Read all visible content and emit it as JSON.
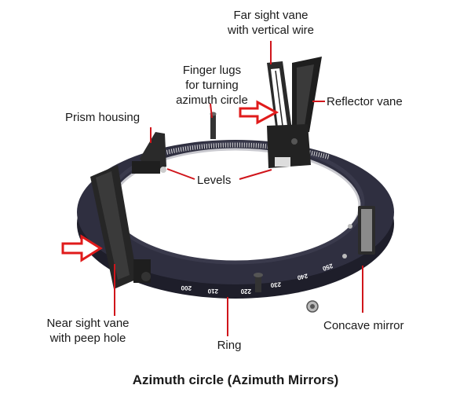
{
  "labels": {
    "far_sight_vane": [
      "Far sight vane",
      "with vertical wire"
    ],
    "finger_lugs": [
      "Finger lugs",
      "for turning",
      "azimuth circle"
    ],
    "reflector_vane": "Reflector vane",
    "prism_housing": "Prism housing",
    "levels": "Levels",
    "near_sight_vane": [
      "Near sight vane",
      "with peep hole"
    ],
    "ring": "Ring",
    "concave_mirror": "Concave mirror"
  },
  "caption": "Azimuth circle (Azimuth Mirrors)",
  "scale_text": [
    "200",
    "210",
    "220",
    "230",
    "240",
    "250"
  ],
  "colors": {
    "ring": "#2b2b3a",
    "ring_edge": "#1c1c27",
    "leader": "#d0151b",
    "arrow": "#e01b1b",
    "vane": "#2a2a2a"
  }
}
